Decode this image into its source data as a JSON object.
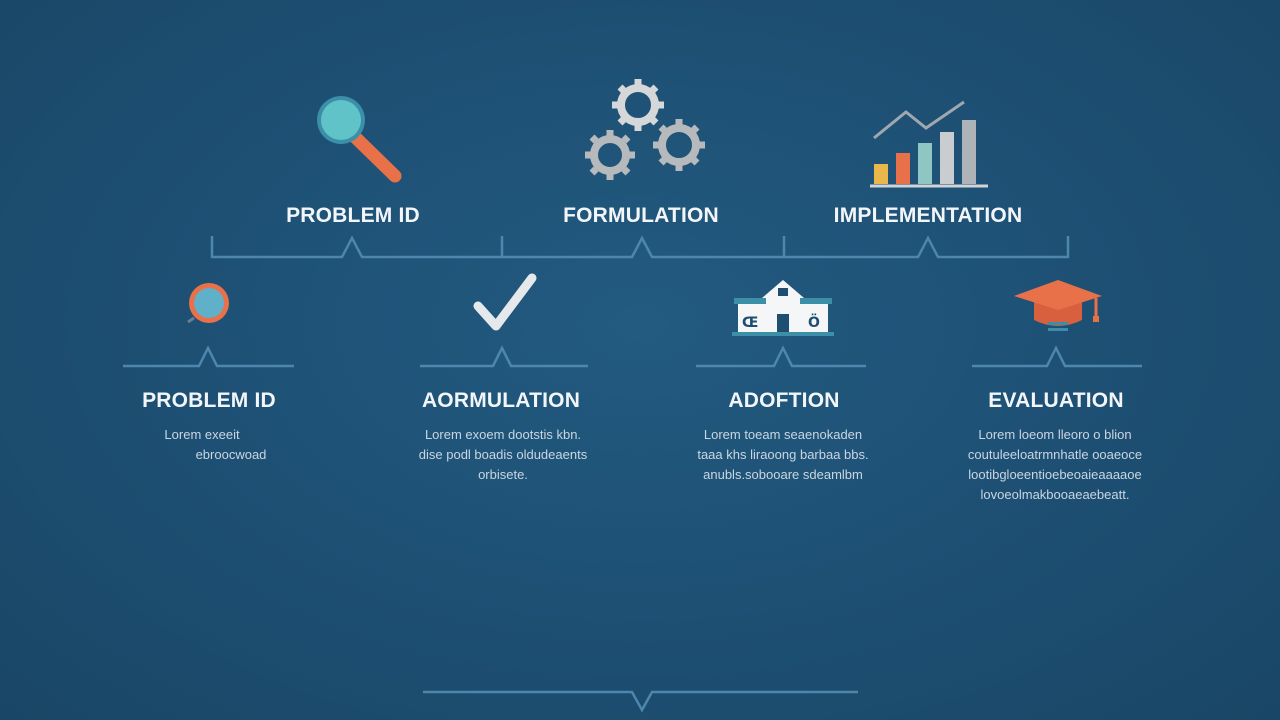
{
  "top_stages": [
    {
      "label": "PROBLEM ID",
      "icon": "magnifying-glass-icon"
    },
    {
      "label": "FORMULATION",
      "icon": "gears-icon"
    },
    {
      "label": "IMPLEMENTATION",
      "icon": "bar-chart-icon"
    }
  ],
  "bottom_stages": [
    {
      "label": "PROBLEM ID",
      "icon": "lens-icon",
      "desc": [
        "Lorem exeeit",
        "ebroocwoad"
      ]
    },
    {
      "label": "AORMULATION",
      "icon": "checkmark-icon",
      "desc": [
        "Lorem exoem dootstis kbn.",
        "dise podl boadis oldudeaents",
        "orbisete."
      ]
    },
    {
      "label": "ADOFTION",
      "icon": "building-icon",
      "desc": [
        "Lorem toeam seaenokaden",
        "taaa khs liraoong barbaa bbs.",
        "anubls.sobooare sdeamlbm"
      ]
    },
    {
      "label": "EVALUATION",
      "icon": "graduation-cap-icon",
      "desc": [
        "Lorem loeom lleoro o blion",
        "coutuleeloatrmnhatle ooaeoce",
        "lootibgloeentioebeoaieaaaaoe",
        "lovoeolmakbooaeaebeatt."
      ]
    }
  ],
  "colors": {
    "background": "#1d4f73",
    "line": "#4f86ad",
    "accent_teal": "#5fc3c8",
    "accent_orange": "#e8714a",
    "gear_gray": "#c4c7c9"
  }
}
